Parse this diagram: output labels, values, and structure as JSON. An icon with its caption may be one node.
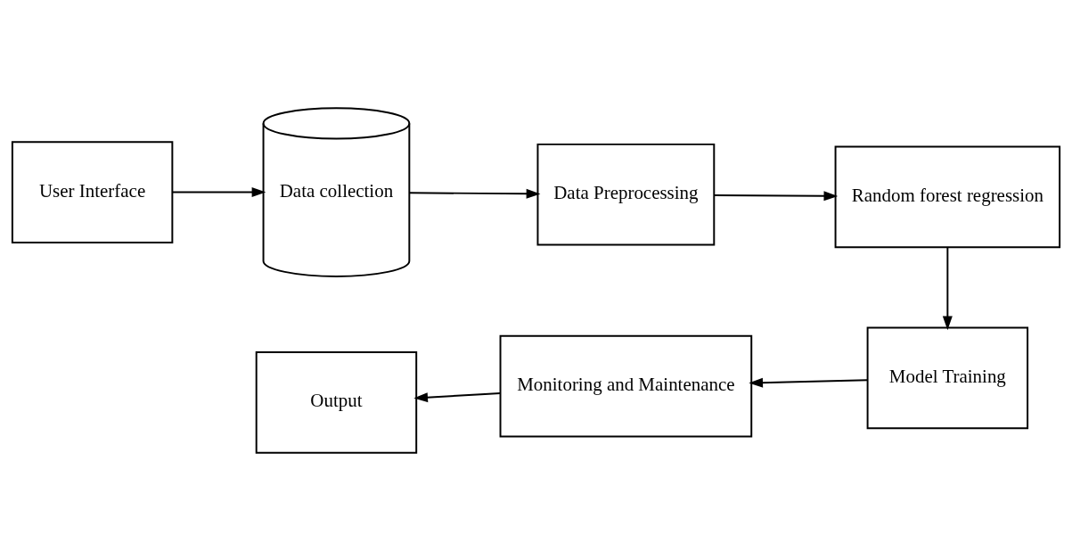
{
  "diagram": {
    "nodes": [
      {
        "text": [
          "User Interface"
        ]
      },
      {
        "text": [
          "Data collection"
        ]
      },
      {
        "text": [
          "Data Preprocessing"
        ]
      },
      {
        "text": [
          "Random forest regression"
        ]
      },
      {
        "text": [
          "Model Training"
        ]
      },
      {
        "text": [
          "Monitoring and Maintenance"
        ]
      },
      {
        "text": [
          "Output"
        ]
      }
    ],
    "edges": [
      {
        "from": 0,
        "to": 1,
        "arrow": "to"
      },
      {
        "from": 1,
        "to": 2,
        "arrow": "to"
      },
      {
        "from": 2,
        "to": 3,
        "arrow": "to"
      },
      {
        "from": 3,
        "to": 4,
        "arrow": "to"
      },
      {
        "from": 4,
        "to": 5,
        "arrow": "to"
      },
      {
        "from": 5,
        "to": 6,
        "arrow": "to"
      }
    ]
  }
}
